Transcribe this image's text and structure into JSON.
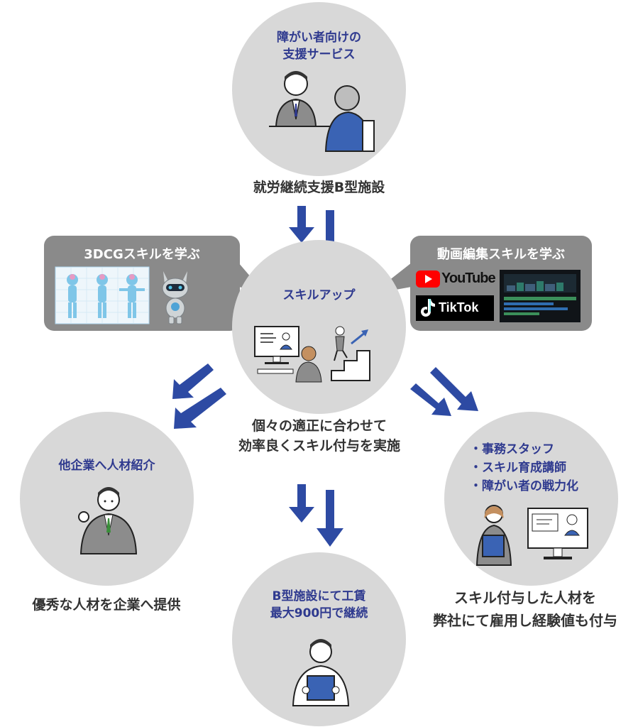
{
  "top": {
    "title_lines": [
      "障がい者向けの",
      "支援サービス"
    ],
    "caption": "就労継続支援B型施設"
  },
  "center": {
    "title": "スキルアップ",
    "caption_lines": [
      "個々の適正に合わせて",
      "効率良くスキル付与を実施"
    ]
  },
  "left_callout": {
    "title": "3DCGスキルを学ぶ"
  },
  "right_callout": {
    "title": "動画編集スキルを学ぶ",
    "youtube_label": "YouTube",
    "tiktok_label": "TikTok"
  },
  "left": {
    "title": "他企業へ人材紹介",
    "caption": "優秀な人材を企業へ提供"
  },
  "bottom": {
    "title_lines": [
      "B型施設にて工賃",
      "最大900円で継続"
    ]
  },
  "right": {
    "items": [
      "・事務スタッフ",
      "・スキル育成講師",
      "・障がい者の戦力化"
    ],
    "caption_lines": [
      "スキル付与した人材を",
      "弊社にて雇用し経験値も付与"
    ]
  },
  "colors": {
    "arrow": "#2d4aa3",
    "circle": "#d8d8d8",
    "title": "#2f3a8f",
    "callout": "#8a8a8a"
  }
}
